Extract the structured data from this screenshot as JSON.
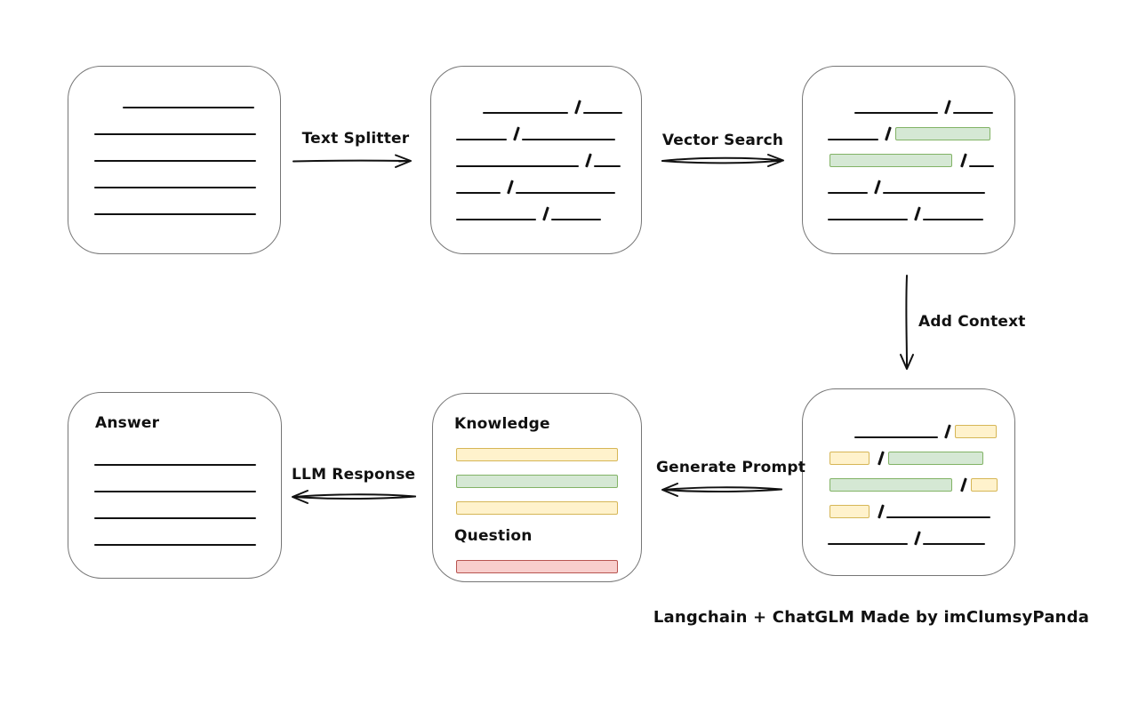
{
  "caption": "Langchain + ChatGLM Made by imClumsyPanda",
  "colors": {
    "green_fill": "#d5e8d4",
    "green_border": "#82b366",
    "yellow_fill": "#fff2cc",
    "yellow_border": "#d6b656",
    "red_fill": "#f8cecc",
    "red_border": "#b85450",
    "box_border": "#767676",
    "line": "#111111"
  },
  "arrows": {
    "text_splitter": {
      "label": "Text Splitter"
    },
    "vector_search": {
      "label": "Vector Search"
    },
    "add_context": {
      "label": "Add Context"
    },
    "generate_prompt": {
      "label": "Generate Prompt"
    },
    "llm_response": {
      "label": "LLM Response"
    }
  },
  "boxes": {
    "document": {
      "rows": [
        [
          {
            "t": "gap",
            "w": 32
          },
          {
            "t": "line",
            "w": 148
          }
        ],
        [
          {
            "t": "line",
            "w": 182
          }
        ],
        [
          {
            "t": "line",
            "w": 182
          }
        ],
        [
          {
            "t": "line",
            "w": 182
          }
        ],
        [
          {
            "t": "line",
            "w": 182
          }
        ]
      ]
    },
    "split_chunks": {
      "rows": [
        [
          {
            "t": "gap",
            "w": 30
          },
          {
            "t": "line",
            "w": 96
          },
          {
            "t": "slash"
          },
          {
            "t": "line",
            "w": 44
          }
        ],
        [
          {
            "t": "line",
            "w": 57
          },
          {
            "t": "slash"
          },
          {
            "t": "line",
            "w": 105
          }
        ],
        [
          {
            "t": "line",
            "w": 138
          },
          {
            "t": "slash"
          },
          {
            "t": "line",
            "w": 30
          }
        ],
        [
          {
            "t": "line",
            "w": 50
          },
          {
            "t": "slash"
          },
          {
            "t": "line",
            "w": 112
          }
        ],
        [
          {
            "t": "line",
            "w": 90
          },
          {
            "t": "slash"
          },
          {
            "t": "line",
            "w": 56
          }
        ]
      ]
    },
    "matched_chunks": {
      "rows": [
        [
          {
            "t": "gap",
            "w": 30
          },
          {
            "t": "line",
            "w": 94
          },
          {
            "t": "slash"
          },
          {
            "t": "line",
            "w": 45
          }
        ],
        [
          {
            "t": "line",
            "w": 57
          },
          {
            "t": "slash"
          },
          {
            "t": "green",
            "w": 107
          }
        ],
        [
          {
            "t": "green",
            "w": 138
          },
          {
            "t": "slash"
          },
          {
            "t": "line",
            "w": 28
          }
        ],
        [
          {
            "t": "line",
            "w": 45
          },
          {
            "t": "slash"
          },
          {
            "t": "line",
            "w": 115
          }
        ],
        [
          {
            "t": "line",
            "w": 90
          },
          {
            "t": "slash"
          },
          {
            "t": "line",
            "w": 68
          }
        ]
      ]
    },
    "context_chunks": {
      "rows": [
        [
          {
            "t": "gap",
            "w": 30
          },
          {
            "t": "line",
            "w": 94
          },
          {
            "t": "slash"
          },
          {
            "t": "yellow",
            "w": 47
          }
        ],
        [
          {
            "t": "yellow",
            "w": 45
          },
          {
            "t": "slash"
          },
          {
            "t": "green",
            "w": 107
          }
        ],
        [
          {
            "t": "green",
            "w": 138
          },
          {
            "t": "slash"
          },
          {
            "t": "yellow",
            "w": 30
          }
        ],
        [
          {
            "t": "yellow",
            "w": 45
          },
          {
            "t": "slash"
          },
          {
            "t": "line",
            "w": 117
          }
        ],
        [
          {
            "t": "line",
            "w": 90
          },
          {
            "t": "slash"
          },
          {
            "t": "line",
            "w": 70
          }
        ]
      ]
    },
    "prompt": {
      "knowledge_label": "Knowledge",
      "question_label": "Question",
      "knowledge_rows": [
        [
          {
            "t": "yellow",
            "w": 182
          }
        ],
        [
          {
            "t": "green",
            "w": 182
          }
        ],
        [
          {
            "t": "yellow",
            "w": 182
          }
        ]
      ],
      "question_rows": [
        [
          {
            "t": "red",
            "w": 182
          }
        ]
      ]
    },
    "answer": {
      "title": "Answer",
      "rows": [
        [
          {
            "t": "line",
            "w": 182
          }
        ],
        [
          {
            "t": "line",
            "w": 182
          }
        ],
        [
          {
            "t": "line",
            "w": 182
          }
        ],
        [
          {
            "t": "line",
            "w": 182
          }
        ]
      ]
    }
  }
}
